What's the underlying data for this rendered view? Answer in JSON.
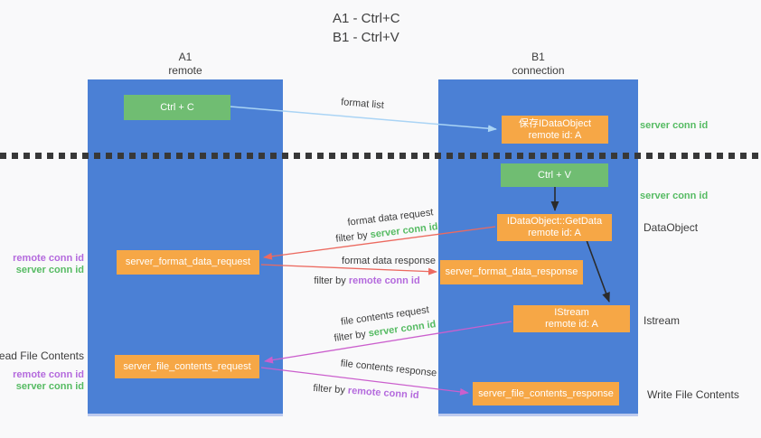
{
  "colors": {
    "column": "#4b80d5",
    "green_box": "#70bd72",
    "orange_box": "#f6a746",
    "green_text": "#56bb63",
    "purple_text": "#b46add",
    "red_arrow": "#ec6a60",
    "magenta_arrow": "#cb5fcd",
    "blue_arrow": "#aad4f5",
    "dark": "#3b3b3b"
  },
  "title": {
    "line1": "A1 - Ctrl+C",
    "line2": "B1 - Ctrl+V"
  },
  "lifelines": {
    "a1": {
      "name": "A1",
      "role": "remote"
    },
    "b1": {
      "name": "B1",
      "role": "connection"
    }
  },
  "nodes": {
    "ctrl_c": {
      "label": "Ctrl + C"
    },
    "save_idataobject": {
      "line1": "保存IDataObject",
      "line2": "remote id: A"
    },
    "ctrl_v": {
      "label": "Ctrl + V"
    },
    "getdata": {
      "line1": "IDataObject::GetData",
      "line2": "remote id: A"
    },
    "format_data_request": {
      "label": "server_format_data_request"
    },
    "format_data_response": {
      "label": "server_format_data_response"
    },
    "istream": {
      "line1": "IStream",
      "line2": "remote id: A"
    },
    "file_contents_request": {
      "label": "server_file_contents_request"
    },
    "file_contents_response": {
      "label": "server_file_contents_response"
    }
  },
  "flows": {
    "format_list": {
      "label": "format list"
    },
    "format_data_request": {
      "label": "format data request",
      "filter_prefix": "filter by ",
      "filter_key": "server conn id"
    },
    "format_data_response": {
      "label": "format data response",
      "filter_prefix": "filter by ",
      "filter_key": "remote conn id"
    },
    "file_contents_request": {
      "label": "file contents request",
      "filter_prefix": "filter by ",
      "filter_key": "server conn id"
    },
    "file_contents_response": {
      "label": "file contents response",
      "filter_prefix": "filter by ",
      "filter_key": "remote conn id"
    }
  },
  "annotations": {
    "server_conn_id_save": "server conn id",
    "server_conn_id_paste": "server conn id",
    "dataobject": "DataObject",
    "istream": "Istream",
    "format_remote_conn_id": "remote conn id",
    "format_server_conn_id": "server conn id",
    "read_file_contents": "Read File Contents",
    "file_remote_conn_id": "remote conn id",
    "file_server_conn_id": "server conn id",
    "write_file_contents": "Write File Contents"
  }
}
